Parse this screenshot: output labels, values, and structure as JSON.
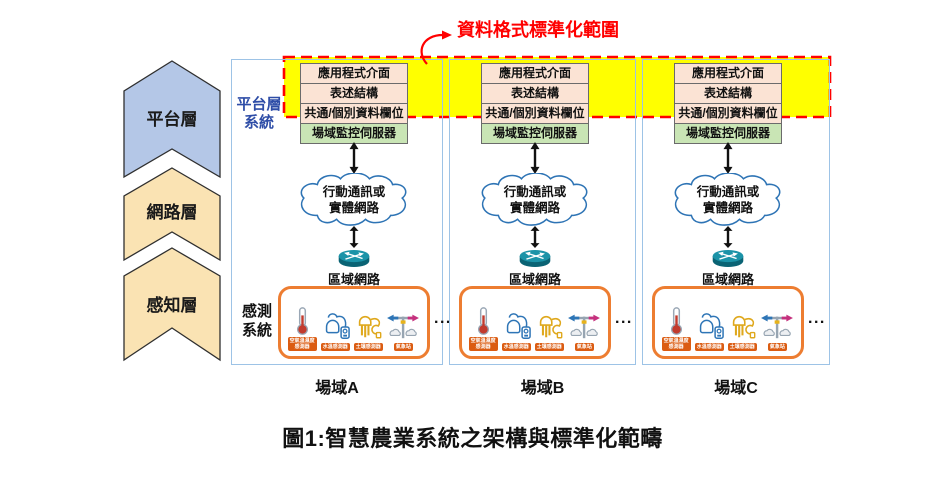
{
  "annotation": {
    "label": "資料格式標準化範圍"
  },
  "caption": "圖1:智慧農業系統之架構與標準化範疇",
  "layer_arrows": [
    {
      "label": "平台層"
    },
    {
      "label": "網路層"
    },
    {
      "label": "感知層"
    }
  ],
  "row_labels": {
    "platform_system": "平台層\n系統",
    "sensing_system": "感測\n系統"
  },
  "columns": [
    {
      "name": "場域A",
      "stack": [
        "應用程式介面",
        "表述結構",
        "共通/個別資料欄位",
        "場域監控伺服器"
      ],
      "cloud": "行動通訊或\n實體網路",
      "lan_label": "區域網路",
      "more": "...",
      "sensors": [
        "空氣溫濕度\n感測器",
        "水溫感測器",
        "土壤感測器",
        "氣象站"
      ]
    },
    {
      "name": "場域B",
      "stack": [
        "應用程式介面",
        "表述結構",
        "共通/個別資料欄位",
        "場域監控伺服器"
      ],
      "cloud": "行動通訊或\n實體網路",
      "lan_label": "區域網路",
      "more": "...",
      "sensors": [
        "空氣溫濕度\n感測器",
        "水溫感測器",
        "土壤感測器",
        "氣象站"
      ]
    },
    {
      "name": "場域C",
      "stack": [
        "應用程式介面",
        "表述結構",
        "共通/個別資料欄位",
        "場域監控伺服器"
      ],
      "cloud": "行動通訊或\n實體網路",
      "lan_label": "區域網路",
      "more": "...",
      "sensors": [
        "空氣溫濕度\n感測器",
        "水溫感測器",
        "土壤感測器",
        "氣象站"
      ]
    }
  ],
  "colors": {
    "highlight_yellow": "#FFFF00",
    "annotation_red": "#FF0000",
    "platform_layer_fill": "#B4C7E7",
    "network_layer_fill": "#FAE3B3",
    "perception_layer_fill": "#FAE3B3",
    "stack_fill": "#FBE3D4",
    "server_fill": "#C9E5B5",
    "sensor_box_border": "#ED7D31",
    "column_border": "#9DC3E6",
    "platform_text_blue": "#2E4DA7"
  }
}
